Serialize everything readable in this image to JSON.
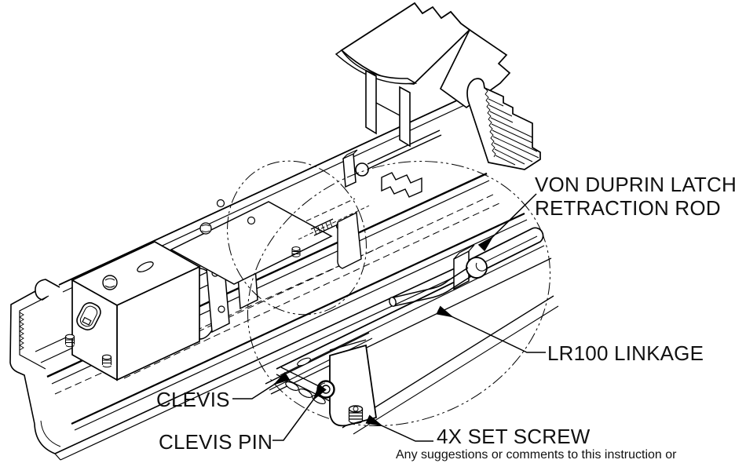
{
  "page": {
    "background_color": "#ffffff",
    "line_color": "#000000",
    "text_color": "#111111"
  },
  "labels": {
    "retraction_rod_line1": "VON DUPRIN LATCH",
    "retraction_rod_line2": "RETRACTION ROD",
    "linkage": "LR100 LINKAGE",
    "clevis": "CLEVIS",
    "clevis_pin": "CLEVIS PIN",
    "set_screw": "4X SET SCREW"
  },
  "footer": {
    "note": "Any suggestions or comments to this instruction or"
  },
  "drawing": {
    "type": "isometric-technical-diagram",
    "subject": "LR100 latch retraction kit installed in exit device rail",
    "detail_view": "dash-dot ellipse magnifying clevis, clevis pin, set screw and linkage connection"
  }
}
